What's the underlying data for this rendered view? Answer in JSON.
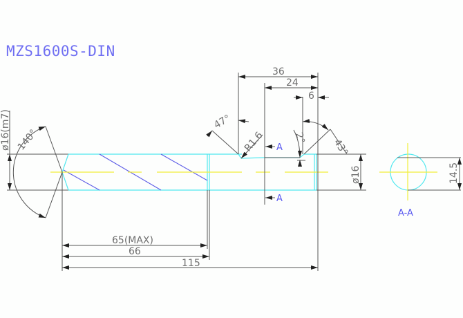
{
  "title": "MZS1600S-DIN",
  "colors": {
    "title": "#6f6ff2",
    "outline": "#4fe8ef",
    "flute": "#5a5ae6",
    "centerline": "#f2ef3a",
    "dimension": "#555555",
    "section_label": "#5a5af0"
  },
  "dimensions": {
    "shank_diameter": "ø16(m7)",
    "point_angle": "140°",
    "len_36": "36",
    "len_24": "24",
    "len_6": "6",
    "angle_47": "47°",
    "radius": "R1.6",
    "angle_2": "2°",
    "angle_43": "43°",
    "diameter_16": "ø16",
    "flute_length": "65(MAX)",
    "len_66": "66",
    "overall_length": "115",
    "flat_width": "14.5"
  },
  "section": {
    "marker_top": "A",
    "marker_bottom": "A",
    "view_label": "A-A"
  }
}
